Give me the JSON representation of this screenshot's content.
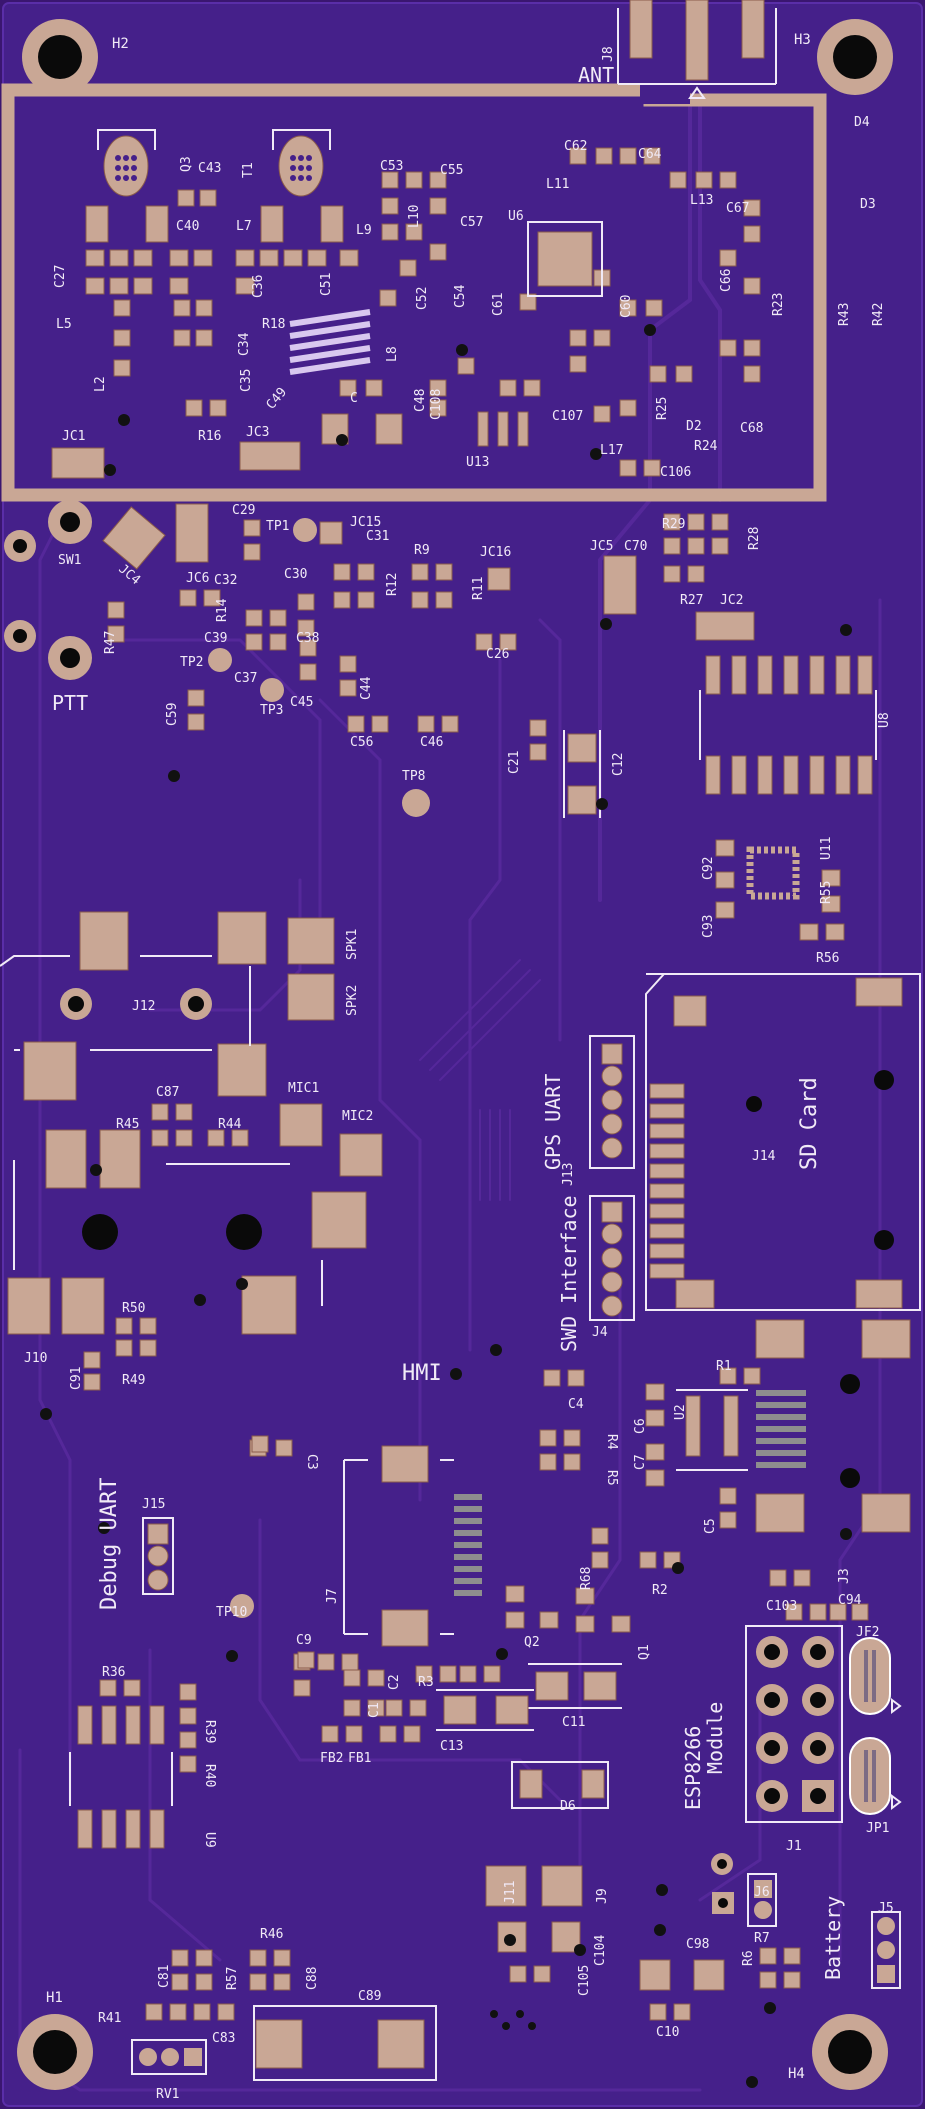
{
  "board": {
    "substrate_color": "#3a1670",
    "copper_color": "#4a1f88",
    "pad_color": "#c9a795",
    "silkscreen_color": "#f1eaf7"
  },
  "labels": {
    "ant": "ANT",
    "ptt": "PTT",
    "hmi": "HMI",
    "gps_uart": "GPS UART",
    "swd_interface": "SWD Interface",
    "sd_card": "SD Card",
    "debug_uart": "Debug UART",
    "esp_module": "ESP8266",
    "esp_module_2": "Module",
    "battery": "Battery"
  },
  "refdes": [
    {
      "id": "H1",
      "t": "H1"
    },
    {
      "id": "H2",
      "t": "H2"
    },
    {
      "id": "H3",
      "t": "H3"
    },
    {
      "id": "H4",
      "t": "H4"
    },
    {
      "id": "J8",
      "t": "J8"
    },
    {
      "id": "D4",
      "t": "D4"
    },
    {
      "id": "D3",
      "t": "D3"
    },
    {
      "id": "R43",
      "t": "R43"
    },
    {
      "id": "R42",
      "t": "R42"
    },
    {
      "id": "Q3",
      "t": "Q3"
    },
    {
      "id": "T1",
      "t": "T1"
    },
    {
      "id": "C43",
      "t": "C43"
    },
    {
      "id": "C40",
      "t": "C40"
    },
    {
      "id": "L7",
      "t": "L7"
    },
    {
      "id": "L9",
      "t": "L9"
    },
    {
      "id": "C53",
      "t": "C53"
    },
    {
      "id": "C55",
      "t": "C55"
    },
    {
      "id": "L10",
      "t": "L10"
    },
    {
      "id": "C57",
      "t": "C57"
    },
    {
      "id": "C62",
      "t": "C62"
    },
    {
      "id": "C64",
      "t": "C64"
    },
    {
      "id": "L11",
      "t": "L11"
    },
    {
      "id": "U6",
      "t": "U6"
    },
    {
      "id": "L13",
      "t": "L13"
    },
    {
      "id": "C67",
      "t": "C67"
    },
    {
      "id": "C27",
      "t": "C27"
    },
    {
      "id": "L5",
      "t": "L5"
    },
    {
      "id": "C36",
      "t": "C36"
    },
    {
      "id": "R18",
      "t": "R18"
    },
    {
      "id": "C51",
      "t": "C51"
    },
    {
      "id": "C52",
      "t": "C52"
    },
    {
      "id": "C54",
      "t": "C54"
    },
    {
      "id": "C61",
      "t": "C61"
    },
    {
      "id": "C60",
      "t": "C60"
    },
    {
      "id": "C66",
      "t": "C66"
    },
    {
      "id": "R23",
      "t": "R23"
    },
    {
      "id": "L2",
      "t": "L2"
    },
    {
      "id": "C34",
      "t": "C34"
    },
    {
      "id": "C35",
      "t": "C35"
    },
    {
      "id": "C49",
      "t": "C49"
    },
    {
      "id": "L8",
      "t": "L8"
    },
    {
      "id": "C",
      "t": "C"
    },
    {
      "id": "C48",
      "t": "C48"
    },
    {
      "id": "C108",
      "t": "C108"
    },
    {
      "id": "R16",
      "t": "R16"
    },
    {
      "id": "JC3",
      "t": "JC3"
    },
    {
      "id": "JC1",
      "t": "JC1"
    },
    {
      "id": "U13",
      "t": "U13"
    },
    {
      "id": "C107",
      "t": "C107"
    },
    {
      "id": "R25",
      "t": "R25"
    },
    {
      "id": "D2",
      "t": "D2"
    },
    {
      "id": "R24",
      "t": "R24"
    },
    {
      "id": "C68",
      "t": "C68"
    },
    {
      "id": "L17",
      "t": "L17"
    },
    {
      "id": "C106",
      "t": "C106"
    },
    {
      "id": "C29",
      "t": "C29"
    },
    {
      "id": "TP1",
      "t": "TP1"
    },
    {
      "id": "JC15",
      "t": "JC15"
    },
    {
      "id": "SW1",
      "t": "SW1"
    },
    {
      "id": "JC4",
      "t": "JC4"
    },
    {
      "id": "JC6",
      "t": "JC6"
    },
    {
      "id": "C32",
      "t": "C32"
    },
    {
      "id": "C30",
      "t": "C30"
    },
    {
      "id": "C31",
      "t": "C31"
    },
    {
      "id": "R12",
      "t": "R12"
    },
    {
      "id": "R9",
      "t": "R9"
    },
    {
      "id": "R11",
      "t": "R11"
    },
    {
      "id": "JC16",
      "t": "JC16"
    },
    {
      "id": "JC5",
      "t": "JC5"
    },
    {
      "id": "C70",
      "t": "C70"
    },
    {
      "id": "R29",
      "t": "R29"
    },
    {
      "id": "R28",
      "t": "R28"
    },
    {
      "id": "R27",
      "t": "R27"
    },
    {
      "id": "JC2",
      "t": "JC2"
    },
    {
      "id": "R14",
      "t": "R14"
    },
    {
      "id": "C38",
      "t": "C38"
    },
    {
      "id": "R47",
      "t": "R47"
    },
    {
      "id": "C39",
      "t": "C39"
    },
    {
      "id": "TP2",
      "t": "TP2"
    },
    {
      "id": "C37",
      "t": "C37"
    },
    {
      "id": "C45",
      "t": "C45"
    },
    {
      "id": "C44",
      "t": "C44"
    },
    {
      "id": "TP3",
      "t": "TP3"
    },
    {
      "id": "C26",
      "t": "C26"
    },
    {
      "id": "C59",
      "t": "C59"
    },
    {
      "id": "C56",
      "t": "C56"
    },
    {
      "id": "C46",
      "t": "C46"
    },
    {
      "id": "U8",
      "t": "U8"
    },
    {
      "id": "C21",
      "t": "C21"
    },
    {
      "id": "C12",
      "t": "C12"
    },
    {
      "id": "TP8",
      "t": "TP8"
    },
    {
      "id": "C92",
      "t": "C92"
    },
    {
      "id": "U11",
      "t": "U11"
    },
    {
      "id": "R55",
      "t": "R55"
    },
    {
      "id": "C93",
      "t": "C93"
    },
    {
      "id": "R56",
      "t": "R56"
    },
    {
      "id": "J12",
      "t": "J12"
    },
    {
      "id": "SPK2",
      "t": "SPK2"
    },
    {
      "id": "SPK1",
      "t": "SPK1"
    },
    {
      "id": "J14",
      "t": "J14"
    },
    {
      "id": "C87",
      "t": "C87"
    },
    {
      "id": "MIC1",
      "t": "MIC1"
    },
    {
      "id": "MIC2",
      "t": "MIC2"
    },
    {
      "id": "R45",
      "t": "R45"
    },
    {
      "id": "R44",
      "t": "R44"
    },
    {
      "id": "J13",
      "t": "J13"
    },
    {
      "id": "J4",
      "t": "J4"
    },
    {
      "id": "R50",
      "t": "R50"
    },
    {
      "id": "J10",
      "t": "J10"
    },
    {
      "id": "C91",
      "t": "C91"
    },
    {
      "id": "R49",
      "t": "R49"
    },
    {
      "id": "C4",
      "t": "C4"
    },
    {
      "id": "R1",
      "t": "R1"
    },
    {
      "id": "U2",
      "t": "U2"
    },
    {
      "id": "C7",
      "t": "C7"
    },
    {
      "id": "C6",
      "t": "C6"
    },
    {
      "id": "R5",
      "t": "R5"
    },
    {
      "id": "R4",
      "t": "R4"
    },
    {
      "id": "C3",
      "t": "C3"
    },
    {
      "id": "C5",
      "t": "C5"
    },
    {
      "id": "J15",
      "t": "J15"
    },
    {
      "id": "J7",
      "t": "J7"
    },
    {
      "id": "R68",
      "t": "R68"
    },
    {
      "id": "R2",
      "t": "R2"
    },
    {
      "id": "J3",
      "t": "J3"
    },
    {
      "id": "TP10",
      "t": "TP10"
    },
    {
      "id": "Q2",
      "t": "Q2"
    },
    {
      "id": "Q1",
      "t": "Q1"
    },
    {
      "id": "C103",
      "t": "C103"
    },
    {
      "id": "C94",
      "t": "C94"
    },
    {
      "id": "C9",
      "t": "C9"
    },
    {
      "id": "JF2",
      "t": "JF2"
    },
    {
      "id": "R36",
      "t": "R36"
    },
    {
      "id": "R39",
      "t": "R39"
    },
    {
      "id": "C1",
      "t": "C1"
    },
    {
      "id": "C2",
      "t": "C2"
    },
    {
      "id": "R3",
      "t": "R3"
    },
    {
      "id": "C11",
      "t": "C11"
    },
    {
      "id": "R40",
      "t": "R40"
    },
    {
      "id": "FB2",
      "t": "FB2"
    },
    {
      "id": "FB1",
      "t": "FB1"
    },
    {
      "id": "C13",
      "t": "C13"
    },
    {
      "id": "U9",
      "t": "U9"
    },
    {
      "id": "JP1",
      "t": "JP1"
    },
    {
      "id": "J1",
      "t": "J1"
    },
    {
      "id": "D6",
      "t": "D6"
    },
    {
      "id": "J11",
      "t": "J11"
    },
    {
      "id": "J9",
      "t": "J9"
    },
    {
      "id": "J6",
      "t": "J6"
    },
    {
      "id": "C104",
      "t": "C104"
    },
    {
      "id": "J5",
      "t": "J5"
    },
    {
      "id": "R46",
      "t": "R46"
    },
    {
      "id": "C81",
      "t": "C81"
    },
    {
      "id": "R57",
      "t": "R57"
    },
    {
      "id": "C88",
      "t": "C88"
    },
    {
      "id": "C105",
      "t": "C105"
    },
    {
      "id": "C98",
      "t": "C98"
    },
    {
      "id": "R6",
      "t": "R6"
    },
    {
      "id": "R7",
      "t": "R7"
    },
    {
      "id": "C89",
      "t": "C89"
    },
    {
      "id": "R41",
      "t": "R41"
    },
    {
      "id": "C83",
      "t": "C83"
    },
    {
      "id": "C10",
      "t": "C10"
    },
    {
      "id": "RV1",
      "t": "RV1"
    }
  ]
}
